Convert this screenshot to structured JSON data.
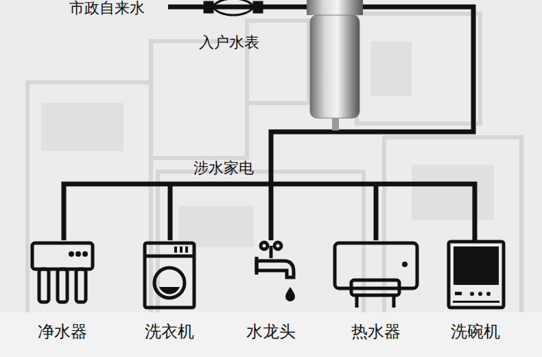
{
  "diagram": {
    "nodes": [
      {
        "text": [
          "净水器"
        ]
      },
      {
        "text": [
          "洗衣机"
        ]
      },
      {
        "text": [
          "水龙头"
        ]
      },
      {
        "text": [
          "热水器"
        ]
      },
      {
        "text": [
          "洗碗机"
        ]
      }
    ],
    "labels": [
      "市政自来水",
      "入户水表",
      "涉水家电"
    ]
  }
}
